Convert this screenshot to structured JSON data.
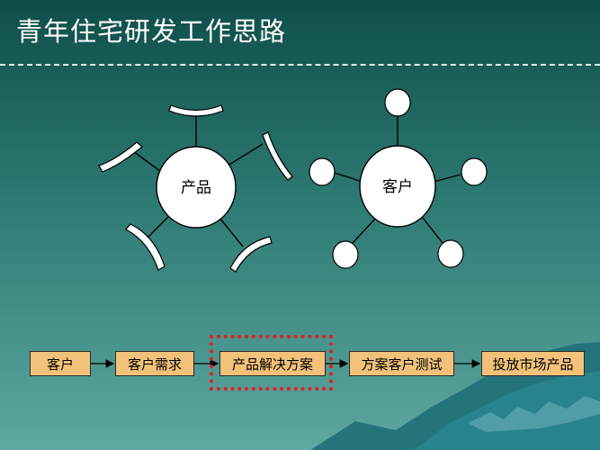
{
  "slide": {
    "title": "青年住宅研发工作思路"
  },
  "diagram": {
    "product_hub_label": "产品",
    "customer_hub_label": "客户"
  },
  "flow": {
    "steps": [
      "客户",
      "客户需求",
      "产品解决方案",
      "方案客户测试",
      "投放市场产品"
    ],
    "highlighted_step": "产品解决方案",
    "box_color": "#f2c27a",
    "highlight_color": "#e02020"
  },
  "colors": {
    "background_top": "#0f4e4a",
    "background_bottom": "#5fa7a1",
    "mountain": "#1f6f78"
  }
}
